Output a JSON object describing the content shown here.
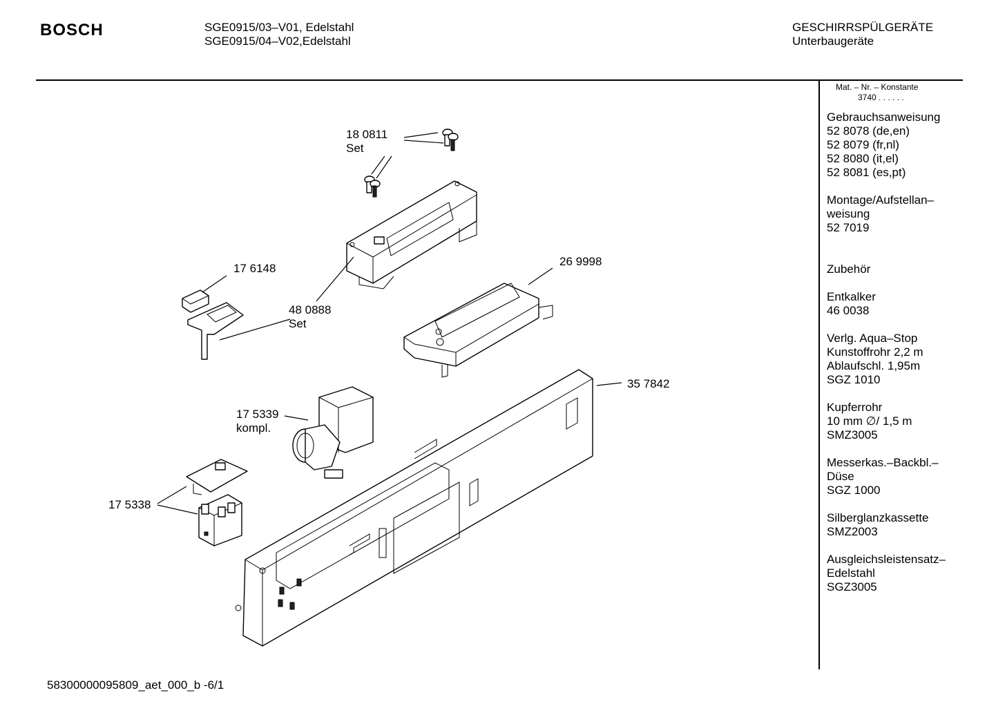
{
  "header": {
    "brand": "BOSCH",
    "models": [
      "SGE0915/03–V01, Edelstahl",
      "SGE0915/04–V02,Edelstahl"
    ],
    "category": [
      "GESCHIRRSPÜLGERÄTE",
      "Unterbaugeräte"
    ]
  },
  "sidebar": {
    "matnr_label": "Mat. – Nr. – Konstante",
    "matnr_code": "3740 . . . . . .",
    "groups": [
      {
        "lines": [
          "Gebrauchsanweisung",
          "52 8078 (de,en)",
          "52 8079 (fr,nl)",
          "52 8080 (it,el)",
          "52 8081 (es,pt)"
        ]
      },
      {
        "lines": [
          "Montage/Aufstellan–",
          "weisung",
          "52 7019"
        ]
      },
      {
        "lines": [
          "Zubehör"
        ]
      },
      {
        "lines": [
          "Entkalker",
          "46 0038"
        ]
      },
      {
        "lines": [
          "Verlg. Aqua–Stop",
          "Kunstoffrohr 2,2 m",
          "Ablaufschl. 1,95m",
          "SGZ 1010"
        ]
      },
      {
        "lines": [
          "Kupferrohr",
          "10 mm ∅/ 1,5 m",
          "SMZ3005"
        ]
      },
      {
        "lines": [
          "Messerkas.–Backbl.–",
          "Düse",
          "SGZ 1000"
        ]
      },
      {
        "lines": [
          "Silberglanzkassette",
          "SMZ2003"
        ]
      },
      {
        "lines": [
          "Ausgleichsleistensatz–",
          "Edelstahl",
          "SGZ3005"
        ]
      }
    ]
  },
  "parts": {
    "p180811": {
      "number": "18 0811",
      "note": "Set"
    },
    "p176148": {
      "number": "17 6148"
    },
    "p480888": {
      "number": "48 0888",
      "note": "Set"
    },
    "p269998": {
      "number": "26 9998"
    },
    "p357842": {
      "number": "35 7842"
    },
    "p175339": {
      "number": "17 5339",
      "note": "kompl."
    },
    "p175338": {
      "number": "17 5338"
    }
  },
  "footer": {
    "doc_id": "58300000095809_aet_000_b  -6/1"
  }
}
